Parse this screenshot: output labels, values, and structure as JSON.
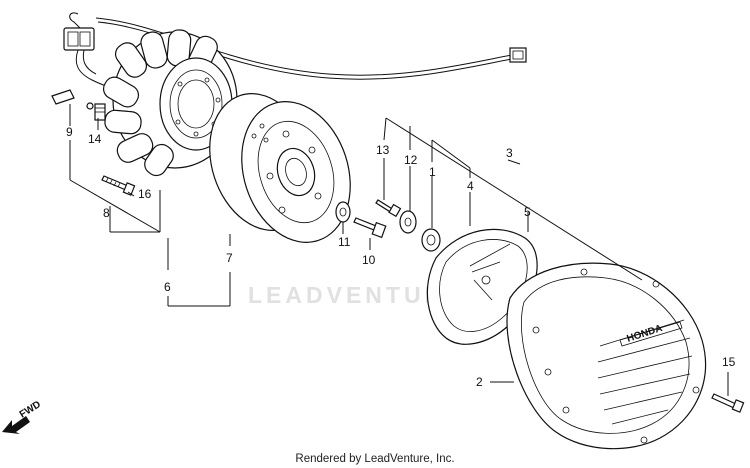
{
  "callouts": {
    "c1": "1",
    "c2": "2",
    "c3": "3",
    "c4": "4",
    "c5": "5",
    "c6": "6",
    "c7": "7",
    "c8": "8",
    "c9": "9",
    "c10": "10",
    "c11": "11",
    "c12": "12",
    "c13": "13",
    "c14": "14",
    "c15": "15",
    "c16": "16"
  },
  "watermark": "LEADVENTURE",
  "cover_emblem": "HONDA",
  "direction_label": "FWD",
  "footer": "Rendered by LeadVenture, Inc."
}
